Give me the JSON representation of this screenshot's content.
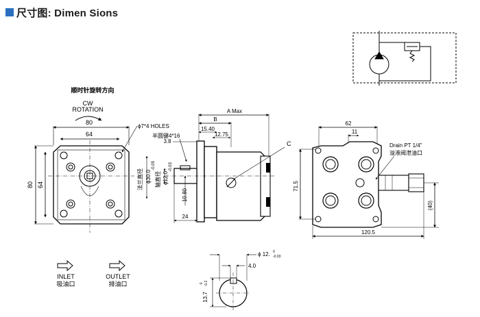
{
  "header": {
    "title": "尺寸图: Dimen Sions",
    "accent_color": "#2a6fc0"
  },
  "rotation": {
    "cn": "顺时针旋转方向",
    "cw": "CW",
    "rot": "ROTATION"
  },
  "front_view": {
    "dim_80_top": "80",
    "dim_64_top": "64",
    "dim_80_left": "80",
    "dim_64_left": "64",
    "holes": "ϕ7*4 HOLES"
  },
  "side_view": {
    "a_max": "A Max",
    "b": "B",
    "d15_40": "15.40",
    "d12_75": "12.75",
    "key": "半圆键4*16",
    "d3_8": "3.8",
    "d10_80": "10.80",
    "d24": "24",
    "flange_label": "法兰直径",
    "flange_dia": "ϕ30.0",
    "flange_tol": "-0.05",
    "shaft_label": "轴直径",
    "shaft_dia": "ϕ12.0",
    "shaft_tol": "-0.03"
  },
  "rear_view": {
    "c": "C",
    "d62": "62",
    "d11": "11",
    "d71_5": "71.5",
    "d40": "(40)",
    "d120_5": "120.5",
    "drain": "Drain PT 1/4\"",
    "drain_cn": "溢液阀泄油口"
  },
  "shaft_detail": {
    "d12": "ϕ 12.",
    "d12_tol_top": "0",
    "d12_tol_bot": "-0.03",
    "d4_0": "4.0",
    "d13_7": "13.7",
    "d13_7_tol_top": "0",
    "d13_7_tol_bot": "-0.2"
  },
  "legend": {
    "inlet": "INLET",
    "inlet_cn": "吸油口",
    "outlet": "OUTLET",
    "outlet_cn": "排油口"
  }
}
